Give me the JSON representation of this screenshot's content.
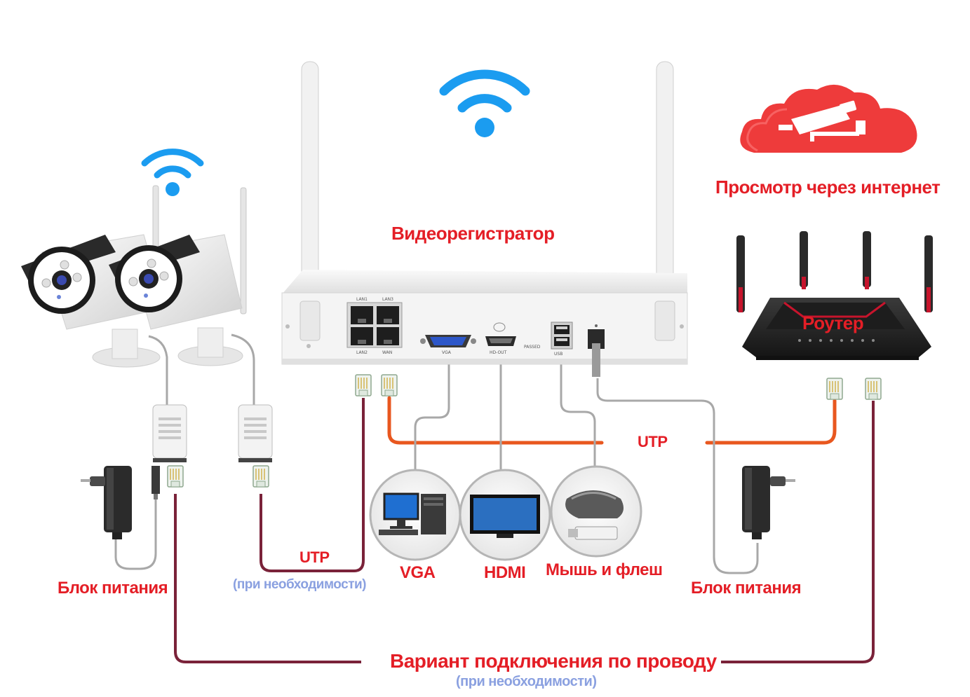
{
  "title_dvr": "Видеорегистратор",
  "title_internet": "Просмотр через интернет",
  "router_label": "Роутер",
  "utp_label_center": "UTP",
  "utp_label_left": "UTP",
  "utp_note_left": "(при необходимости)",
  "power_label_left": "Блок питания",
  "power_label_right": "Блок питания",
  "vga_label": "VGA",
  "hdmi_label": "HDMI",
  "mouse_label": "Мышь и флеш",
  "wired_option": "Вариант подключения по проводу",
  "wired_note": "(при необходимости)",
  "ports": {
    "lan1": "LAN1",
    "lan2": "LAN2",
    "lan3": "LAN3",
    "wan": "WAN",
    "hdout": "HD-OUT",
    "vga": "VGA",
    "passed": "PASSED",
    "usb": "USB"
  },
  "colors": {
    "label_red": "#e41e26",
    "note_blue": "#8aa0e0",
    "wifi_blue": "#1b9cf0",
    "cable_orange": "#e8571f",
    "cable_maroon": "#7a2239",
    "cable_gray": "#a8a8a8",
    "cloud_red": "#ee3b3b"
  },
  "icons": [
    "wifi-icon",
    "cloud-camera-icon",
    "router",
    "dvr",
    "camera",
    "power-adapter",
    "rj45-connector",
    "pc-monitor-icon",
    "tv-icon",
    "mouse-flash-icon"
  ]
}
